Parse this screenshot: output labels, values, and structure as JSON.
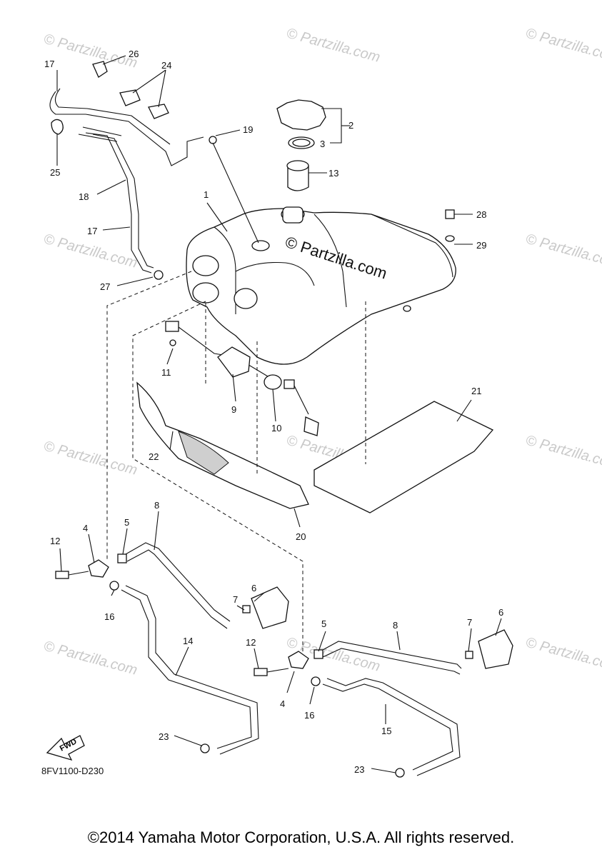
{
  "watermark_text": "© Partzilla.com",
  "center_watermark": "© Partzilla.com",
  "fwd_label": "FWD",
  "diagram_code": "8FV1100-D230",
  "copyright": "©2014 Yamaha Motor Corporation, U.S.A. All rights reserved.",
  "callouts": {
    "c1": "1",
    "c2": "2",
    "c3": "3",
    "c13": "13",
    "c19": "19",
    "c26": "26",
    "c24": "24",
    "c17a": "17",
    "c17b": "17",
    "c25": "25",
    "c18": "18",
    "c27": "27",
    "c28": "28",
    "c29": "29",
    "c11": "11",
    "c9": "9",
    "c10": "10",
    "c21": "21",
    "c22": "22",
    "c20": "20",
    "c12a": "12",
    "c4a": "4",
    "c5a": "5",
    "c8a": "8",
    "c16a": "16",
    "c7a": "7",
    "c6a": "6",
    "c14": "14",
    "c23a": "23",
    "c12b": "12",
    "c4b": "4",
    "c5b": "5",
    "c8b": "8",
    "c7b": "7",
    "c6b": "6",
    "c16b": "16",
    "c15": "15",
    "c23b": "23"
  }
}
